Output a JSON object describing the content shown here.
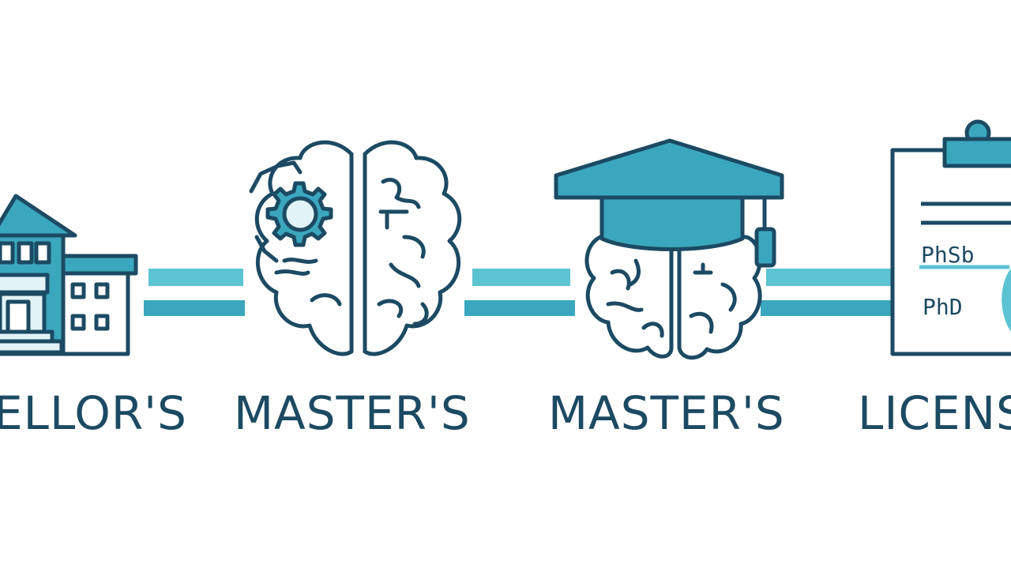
{
  "colors": {
    "outline": "#1c4a63",
    "teal": "#3ba7bf",
    "teal_light": "#5cc3d2",
    "teal_pale": "#e2f3f7",
    "background": "#ffffff"
  },
  "steps": [
    {
      "icon": "school-building-icon",
      "label": "ELLOR'S"
    },
    {
      "icon": "brain-gear-icon",
      "label": "MASTER'S"
    },
    {
      "icon": "graduation-cap-brain-icon",
      "label": "MASTER'S"
    },
    {
      "icon": "clipboard-license-icon",
      "label": "LICENS"
    }
  ],
  "clipboard": {
    "line1": "PhSb",
    "line2": "PhD"
  }
}
